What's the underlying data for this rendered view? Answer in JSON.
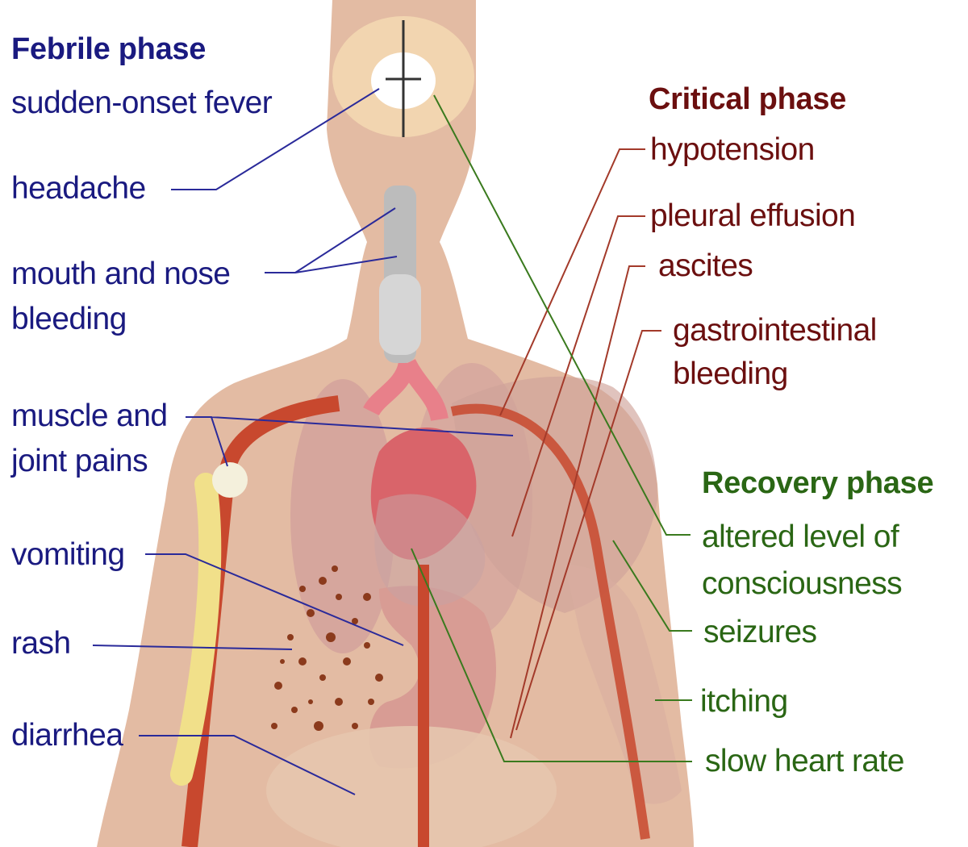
{
  "colors": {
    "febrile": "#1a1a80",
    "critical": "#6b0f0f",
    "recovery": "#2a6614",
    "skin": "#e3bba3",
    "artery": "#c8482e",
    "bone": "#f1e08a",
    "rash": "#8b3a1c"
  },
  "febrile": {
    "heading": "Febrile phase",
    "items": [
      "sudden-onset fever",
      "headache",
      "mouth and nose\nbleeding",
      "muscle and\njoint pains",
      "vomiting",
      "rash",
      "diarrhea"
    ]
  },
  "critical": {
    "heading": "Critical phase",
    "items": [
      "hypotension",
      "pleural effusion",
      "ascites",
      "gastrointestinal\nbleeding"
    ]
  },
  "recovery": {
    "heading": "Recovery phase",
    "items": [
      "altered level of\nconsciousness",
      "seizures",
      "itching",
      "slow heart rate"
    ]
  }
}
